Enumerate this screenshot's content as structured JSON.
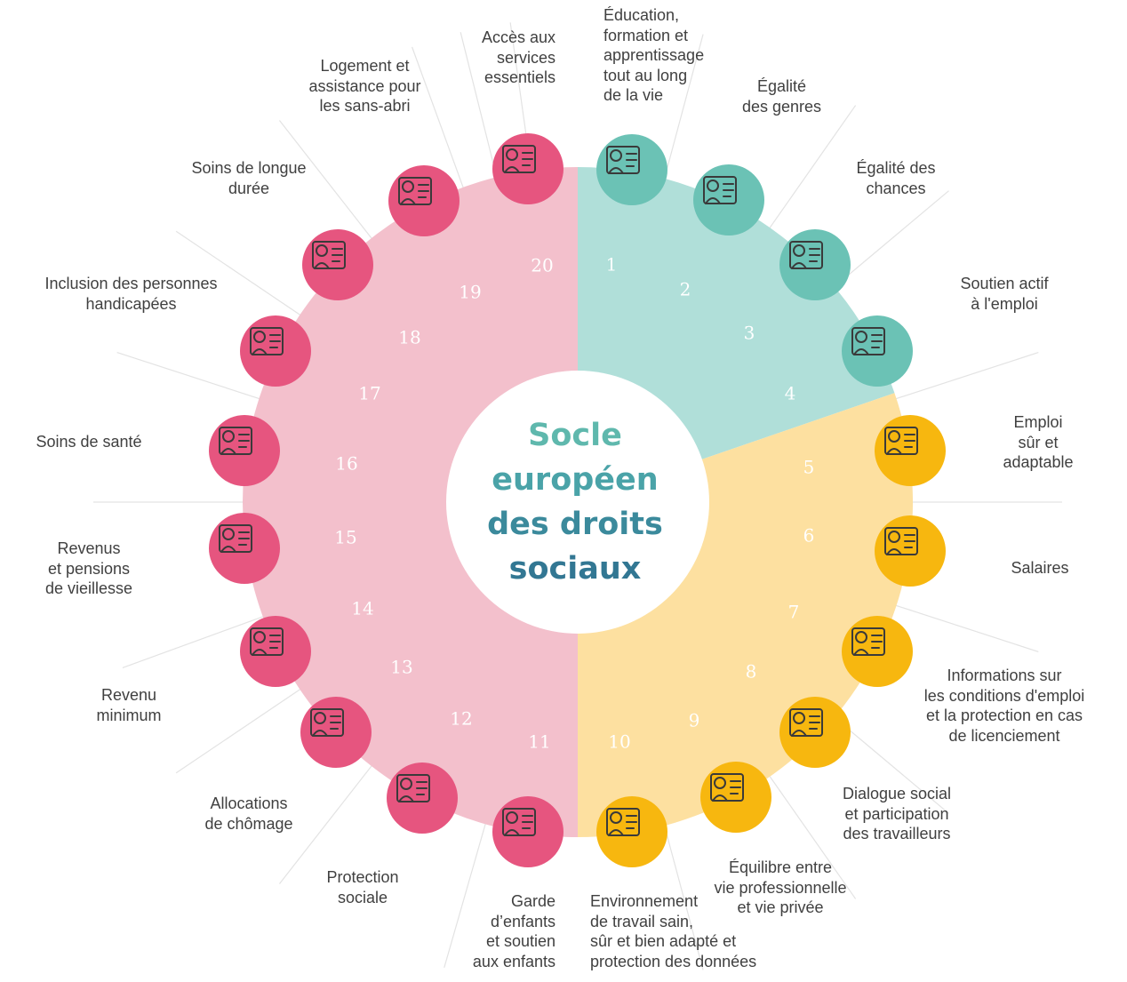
{
  "center": {
    "lines": [
      "Socle",
      "européen",
      "des droits",
      "sociaux"
    ]
  },
  "colors": {
    "light_teal": "#b0dfd9",
    "teal": "#6bc2b5",
    "light_yellow": "#fde0a0",
    "yellow": "#f7b70f",
    "light_pink": "#f3c0cc",
    "pink": "#e6557f",
    "title_top": "#6cbeb5",
    "title_bottom": "#2e6e92"
  },
  "principles": [
    {
      "number": "1",
      "label": "Éducation,\nformation et\napprentissage\ntout au long\nde la vie",
      "group": "teal",
      "icon": "graduation-screen-icon"
    },
    {
      "number": "2",
      "label": "Égalité\ndes genres",
      "group": "teal",
      "icon": "gender-balance-icon"
    },
    {
      "number": "3",
      "label": "Égalité des\nchances",
      "group": "teal",
      "icon": "helping-up-stairs-icon"
    },
    {
      "number": "4",
      "label": "Soutien actif\nà l'emploi",
      "group": "teal",
      "icon": "presentation-board-icon"
    },
    {
      "number": "5",
      "label": "Emploi\nsûr et\nadaptable",
      "group": "yellow",
      "icon": "workers-icon"
    },
    {
      "number": "6",
      "label": "Salaires",
      "group": "yellow",
      "icon": "coins-rising-icon"
    },
    {
      "number": "7",
      "label": "Informations sur\nles conditions d'emploi\net la protection en cas\nde licenciement",
      "group": "yellow",
      "icon": "info-shield-icon"
    },
    {
      "number": "8",
      "label": "Dialogue social\net participation\ndes travailleurs",
      "group": "yellow",
      "icon": "handshake-icon"
    },
    {
      "number": "9",
      "label": "Équilibre entre\nvie professionnelle\net vie privée",
      "group": "yellow",
      "icon": "parent-briefcase-icon"
    },
    {
      "number": "10",
      "label": "Environnement\nde travail  sain,\nsûr et bien adapté et\nprotection des données",
      "group": "yellow",
      "icon": "worker-shield-icon"
    },
    {
      "number": "11",
      "label": "Garde\nd’enfants\net soutien\naux enfants",
      "group": "pink",
      "icon": "parent-child-icon"
    },
    {
      "number": "12",
      "label": "Protection\nsociale",
      "group": "pink",
      "icon": "protected-workers-icon"
    },
    {
      "number": "13",
      "label": "Allocations\nde chômage",
      "group": "pink",
      "icon": "umbrella-family-icon"
    },
    {
      "number": "14",
      "label": "Revenu\nminimum",
      "group": "pink",
      "icon": "hand-coins-icon"
    },
    {
      "number": "15",
      "label": "Revenus\net pensions\nde vieillesse",
      "group": "pink",
      "icon": "document-glasses-icon"
    },
    {
      "number": "16",
      "label": "Soins de santé",
      "group": "pink",
      "icon": "first-aid-kit-icon"
    },
    {
      "number": "17",
      "label": "Inclusion des personnes\nhandicapées",
      "group": "pink",
      "icon": "wheelchair-desk-icon"
    },
    {
      "number": "18",
      "label": "Soins de longue\ndurée",
      "group": "pink",
      "icon": "elderly-walker-icon"
    },
    {
      "number": "19",
      "label": "Logement et\nassistance pour\nles sans-abri",
      "group": "pink",
      "icon": "shelter-bed-icon"
    },
    {
      "number": "20",
      "label": "Accès aux\nservices\nessentiels",
      "group": "pink",
      "icon": "hand-lightbulb-icon"
    }
  ]
}
